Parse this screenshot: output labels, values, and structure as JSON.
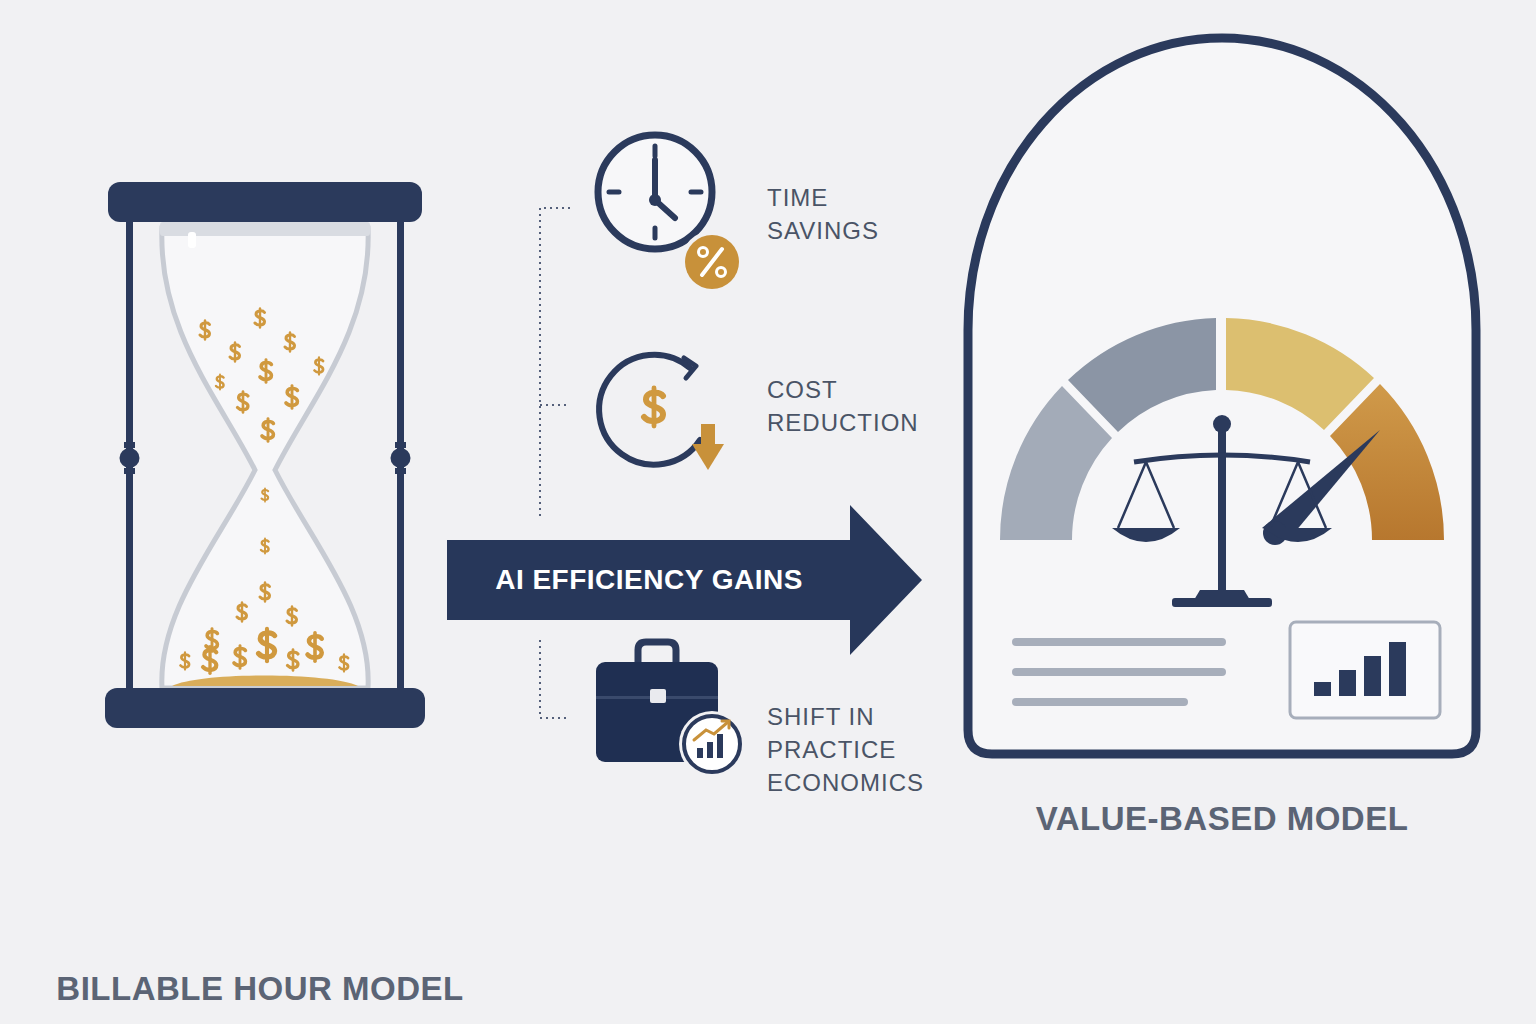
{
  "diagram": {
    "nodes": [
      {
        "text": [
          "BILLABLE HOUR MODEL"
        ]
      },
      {
        "text": [
          "AI EFFICIENCY GAINS"
        ]
      },
      {
        "text": [
          "VALUE-BASED MODEL"
        ]
      }
    ],
    "labels": [
      "TIME SAVINGS",
      "COST REDUCTION",
      "SHIFT IN PRACTICE ECONOMICS"
    ]
  }
}
